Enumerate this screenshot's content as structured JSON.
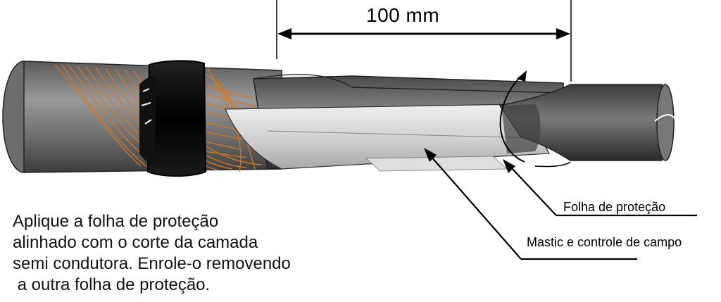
{
  "dimension": {
    "label": "100 mm"
  },
  "callouts": {
    "folha_de_protecao": "Folha de proteção",
    "mastic": "Mastic e controle de campo"
  },
  "instructions": {
    "lines": [
      "Aplique a folha de proteção",
      "alinhado com o corte da camada",
      "semi condutora. Enrole-o removendo",
      " a outra folha de proteção."
    ]
  },
  "colors": {
    "cable_gray": "#6e6e6e",
    "cable_dark": "#3a3a3a",
    "copper_wires": "#d9771e",
    "tape_black": "#111111",
    "sleeve_light": "#cfcfcf"
  }
}
